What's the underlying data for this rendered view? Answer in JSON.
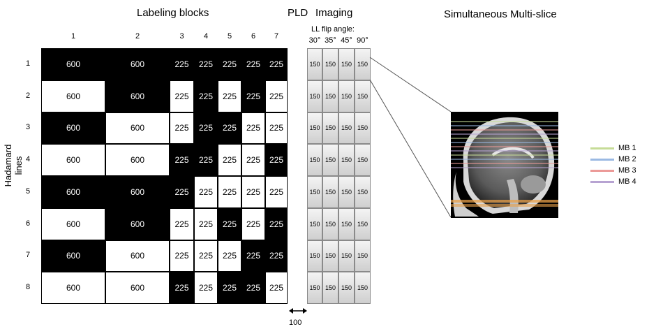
{
  "labeling": {
    "title": "Labeling blocks",
    "columns": [
      "1",
      "2",
      "3",
      "4",
      "5",
      "6",
      "7"
    ],
    "row_axis_label": "Hadamard lines",
    "rows": [
      {
        "label": "1",
        "cells": [
          {
            "v": "600",
            "c": "black"
          },
          {
            "v": "600",
            "c": "black"
          },
          {
            "v": "225",
            "c": "black"
          },
          {
            "v": "225",
            "c": "black"
          },
          {
            "v": "225",
            "c": "black"
          },
          {
            "v": "225",
            "c": "black"
          },
          {
            "v": "225",
            "c": "black"
          }
        ]
      },
      {
        "label": "2",
        "cells": [
          {
            "v": "600",
            "c": "white"
          },
          {
            "v": "600",
            "c": "black"
          },
          {
            "v": "225",
            "c": "white"
          },
          {
            "v": "225",
            "c": "black"
          },
          {
            "v": "225",
            "c": "white"
          },
          {
            "v": "225",
            "c": "black"
          },
          {
            "v": "225",
            "c": "white"
          }
        ]
      },
      {
        "label": "3",
        "cells": [
          {
            "v": "600",
            "c": "black"
          },
          {
            "v": "600",
            "c": "white"
          },
          {
            "v": "225",
            "c": "white"
          },
          {
            "v": "225",
            "c": "black"
          },
          {
            "v": "225",
            "c": "black"
          },
          {
            "v": "225",
            "c": "white"
          },
          {
            "v": "225",
            "c": "white"
          }
        ]
      },
      {
        "label": "4",
        "cells": [
          {
            "v": "600",
            "c": "white"
          },
          {
            "v": "600",
            "c": "white"
          },
          {
            "v": "225",
            "c": "black"
          },
          {
            "v": "225",
            "c": "black"
          },
          {
            "v": "225",
            "c": "white"
          },
          {
            "v": "225",
            "c": "white"
          },
          {
            "v": "225",
            "c": "black"
          }
        ]
      },
      {
        "label": "5",
        "cells": [
          {
            "v": "600",
            "c": "black"
          },
          {
            "v": "600",
            "c": "black"
          },
          {
            "v": "225",
            "c": "black"
          },
          {
            "v": "225",
            "c": "white"
          },
          {
            "v": "225",
            "c": "white"
          },
          {
            "v": "225",
            "c": "white"
          },
          {
            "v": "225",
            "c": "white"
          }
        ]
      },
      {
        "label": "6",
        "cells": [
          {
            "v": "600",
            "c": "white"
          },
          {
            "v": "600",
            "c": "black"
          },
          {
            "v": "225",
            "c": "white"
          },
          {
            "v": "225",
            "c": "white"
          },
          {
            "v": "225",
            "c": "black"
          },
          {
            "v": "225",
            "c": "white"
          },
          {
            "v": "225",
            "c": "black"
          }
        ]
      },
      {
        "label": "7",
        "cells": [
          {
            "v": "600",
            "c": "black"
          },
          {
            "v": "600",
            "c": "white"
          },
          {
            "v": "225",
            "c": "white"
          },
          {
            "v": "225",
            "c": "white"
          },
          {
            "v": "225",
            "c": "white"
          },
          {
            "v": "225",
            "c": "black"
          },
          {
            "v": "225",
            "c": "black"
          }
        ]
      },
      {
        "label": "8",
        "cells": [
          {
            "v": "600",
            "c": "white"
          },
          {
            "v": "600",
            "c": "white"
          },
          {
            "v": "225",
            "c": "black"
          },
          {
            "v": "225",
            "c": "white"
          },
          {
            "v": "225",
            "c": "black"
          },
          {
            "v": "225",
            "c": "black"
          },
          {
            "v": "225",
            "c": "white"
          }
        ]
      }
    ]
  },
  "pld": {
    "label": "PLD",
    "value": "100"
  },
  "imaging": {
    "title": "Imaging",
    "flip_label": "LL flip angle:",
    "angles": [
      "30°",
      "35°",
      "45°",
      "90°"
    ],
    "cell_value": "150"
  },
  "sms": {
    "title": "Simultaneous Multi-slice",
    "legend": [
      {
        "label": "MB 1",
        "color": "#c6dc97"
      },
      {
        "label": "MB 2",
        "color": "#9ab9e3"
      },
      {
        "label": "MB 3",
        "color": "#ec9a98"
      },
      {
        "label": "MB 4",
        "color": "#b7a3d2"
      }
    ]
  }
}
